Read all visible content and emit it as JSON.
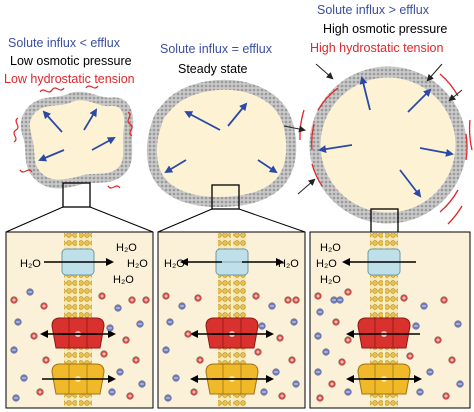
{
  "panels": [
    {
      "condition": "Solute influx < efflux",
      "osmotic": "Low osmotic pressure",
      "tension": "Low hydrostatic tension"
    },
    {
      "condition": "Solute influx = efflux",
      "state": "Steady state"
    },
    {
      "condition": "Solute influx > efflux",
      "osmotic": "High osmotic pressure",
      "tension": "High hydrostatic tension"
    }
  ],
  "water_labels": [
    "H₂O",
    "H₂O",
    "H₂O",
    "H₂O",
    "H₂O",
    "H₂O",
    "H₂O",
    "H₂O",
    "H₂O"
  ],
  "colors": {
    "condition_text": "#3a4fa0",
    "tension_text": "#e0262a",
    "membrane": "#b8b8b8",
    "cytoplasm": "#fdf3d4",
    "panel_bg": "#fbf0d8",
    "aquaporin": "#bfe0e8",
    "red_transporter": "#d8312e",
    "yellow_transporter": "#f0b92a",
    "cation": "#d9493f",
    "anion": "#6f7bbf"
  }
}
